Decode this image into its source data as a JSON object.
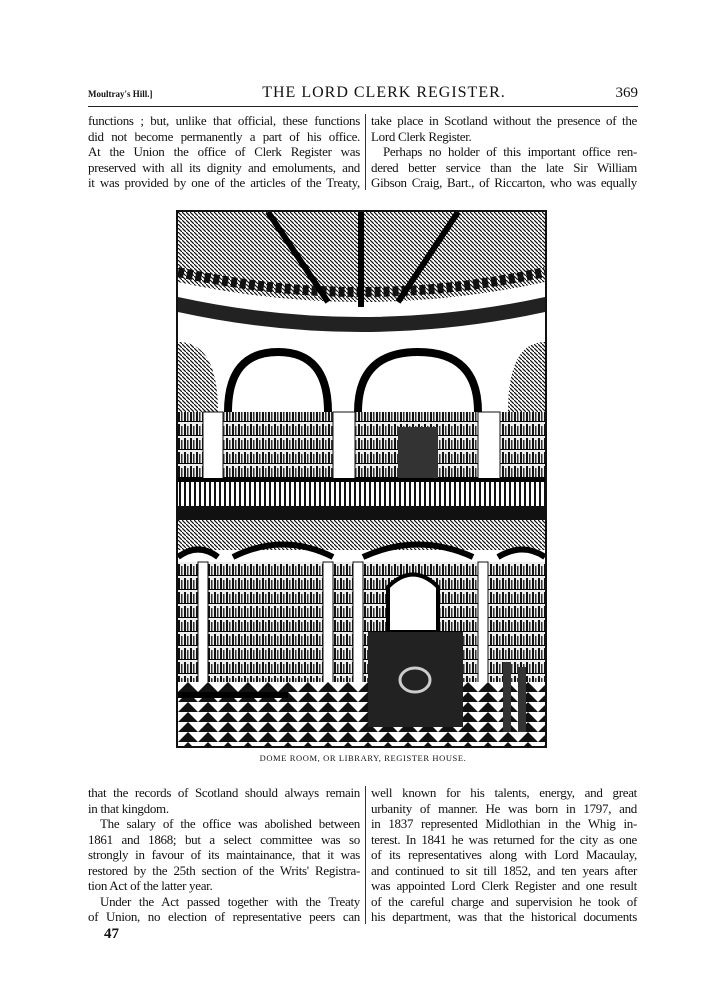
{
  "header": {
    "running_head_left": "Moultray's Hill.]",
    "title": "THE LORD CLERK REGISTER.",
    "page_number": "369"
  },
  "top_left": [
    "functions ; but, unlike that official, these functions",
    "did not become permanently a part of his office.",
    "At the Union the office of Clerk Register was",
    "preserved with all its dignity and emoluments, and",
    "it was provided by one of the articles of the Treaty,"
  ],
  "top_right": [
    "take place in Scotland without the presence of the",
    "Lord Clerk Register.",
    "Perhaps no holder of this important office ren-",
    "dered better service than the late Sir William",
    "Gibson Craig, Bart., of Riccarton, who was equally"
  ],
  "figure": {
    "caption": "DOME ROOM, OR LIBRARY, REGISTER HOUSE."
  },
  "bottom_left": [
    "that the records of Scotland should always remain",
    "in that kingdom.",
    "The salary of the office was abolished between",
    "1861 and 1868; but a select committee was so",
    "strongly in favour of its maintainance, that it was",
    "restored by the 25th section of the Writs' Registra-",
    "tion Act of the latter year.",
    "Under the Act passed together with the Treaty",
    "of Union, no election of representative peers can"
  ],
  "bottom_right": [
    "well known for his talents, energy, and great",
    "urbanity of manner. He was born in 1797, and",
    "in 1837 represented Midlothian in the Whig in-",
    "terest. In 1841 he was returned for the city as one",
    "of its representatives along with Lord Macaulay,",
    "and continued to sit till 1852, and ten years after",
    "was appointed Lord Clerk Register and one result",
    "of the careful charge and supervision he took of",
    "his department, was that the historical documents"
  ],
  "signature_mark": "47"
}
